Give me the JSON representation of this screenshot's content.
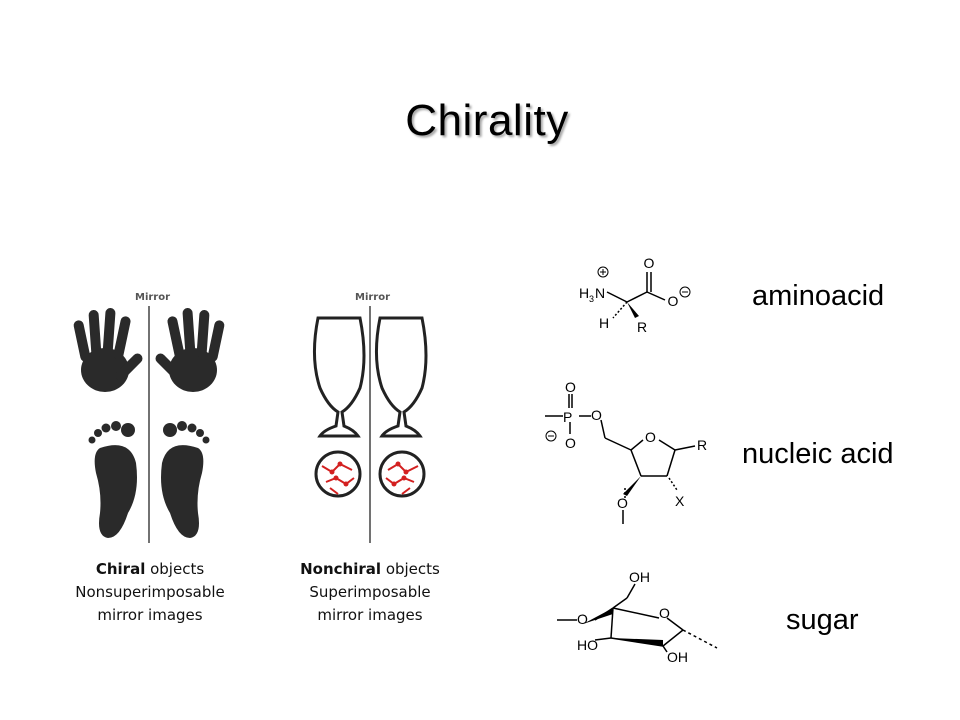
{
  "title": "Chirality",
  "left_panel": {
    "mirror_label": "Mirror",
    "caption_bold": "Chiral",
    "caption_rest": " objects",
    "caption_line2": "Nonsuperimposable",
    "caption_line3": "mirror images"
  },
  "middle_panel": {
    "mirror_label": "Mirror",
    "caption_bold": "Nonchiral",
    "caption_rest": " objects",
    "caption_line2": "Superimposable",
    "caption_line3": "mirror images"
  },
  "molecules": [
    {
      "id": "aminoacid",
      "label": "aminoacid"
    },
    {
      "id": "nucleic",
      "label": "nucleic acid"
    },
    {
      "id": "sugar",
      "label": "sugar"
    }
  ],
  "aminoacid_atoms": {
    "h3n": "H",
    "n": "N",
    "sub3": "3",
    "o_top": "O",
    "o_right": "O",
    "h": "H",
    "r": "R"
  },
  "nucleic_atoms": {
    "p": "P",
    "o_top": "O",
    "o_bottom": "O",
    "o_link": "O",
    "o_ring": "O",
    "r": "R",
    "o_sub": "O",
    "x": "X"
  },
  "sugar_atoms": {
    "oh_top": "OH",
    "o_ring": "O",
    "ho": "HO",
    "oh_bottom": "OH"
  },
  "colors": {
    "ink": "#000000",
    "diagram_red": "#d32020",
    "print_gray": "#2a2a2a"
  }
}
